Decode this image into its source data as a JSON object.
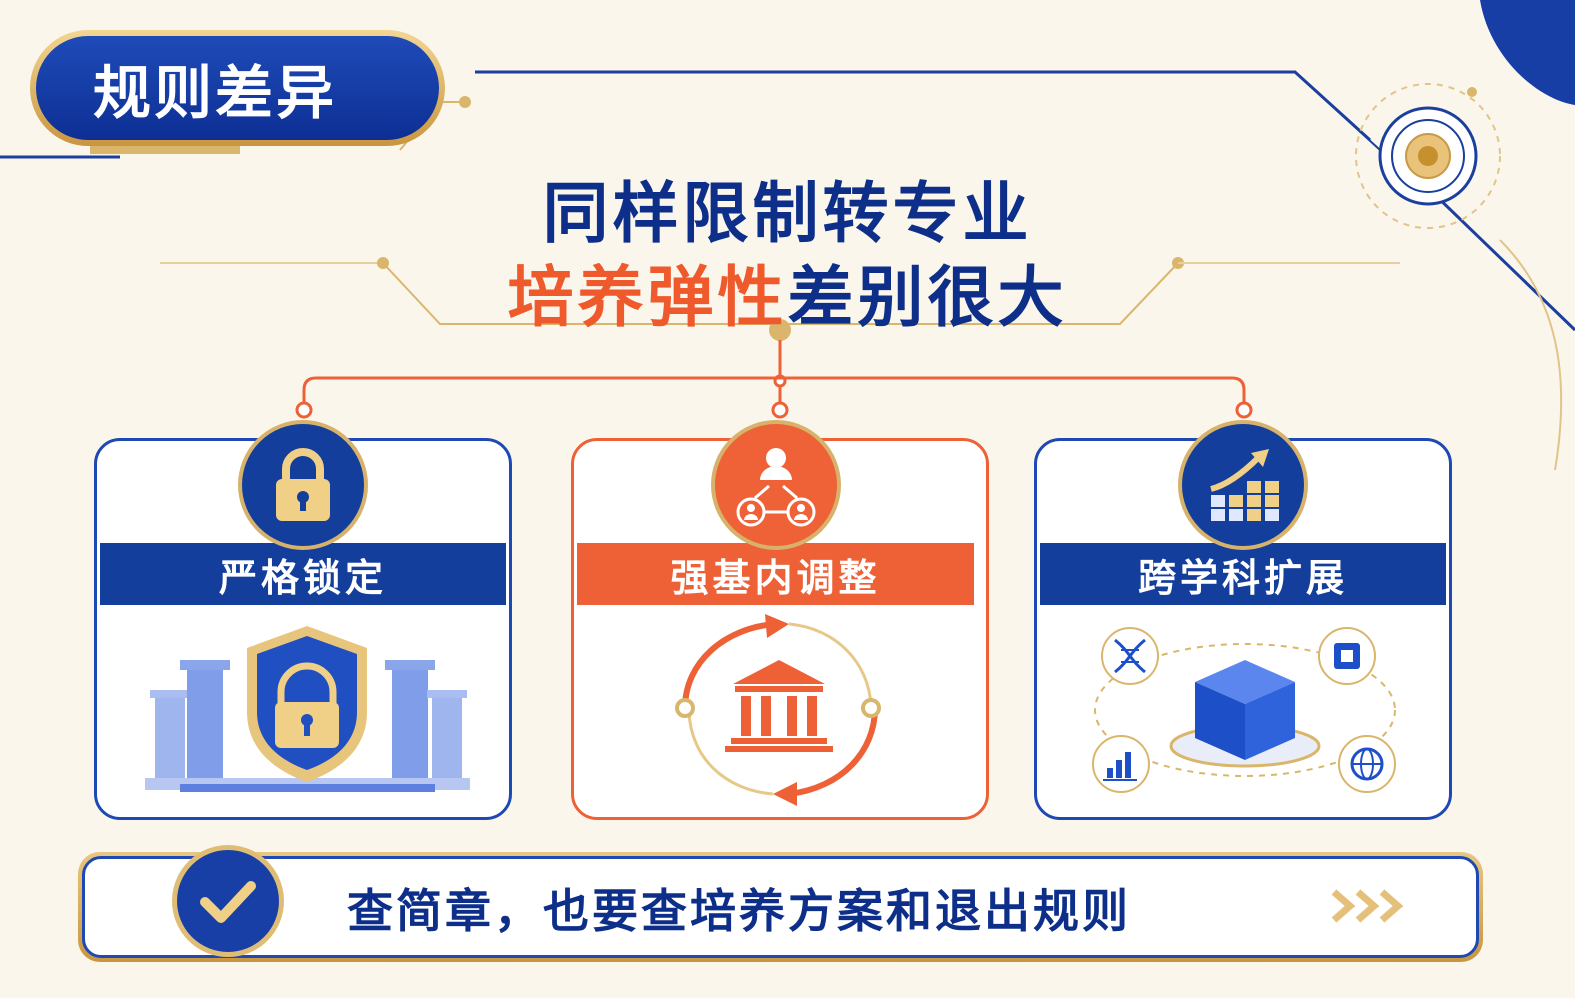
{
  "badge": {
    "label": "规则差异"
  },
  "headline": {
    "line1": "同样限制转专业",
    "line2_highlight": "培养弹性",
    "line2_rest": "差别很大"
  },
  "cards": [
    {
      "title": "严格锁定",
      "icon": "lock-icon",
      "illustration": "shield-lock-columns-icon",
      "accent": "#133e9c"
    },
    {
      "title": "强基内调整",
      "icon": "people-network-icon",
      "illustration": "bank-cycle-icon",
      "accent": "#ee6137"
    },
    {
      "title": "跨学科扩展",
      "icon": "growth-chart-icon",
      "illustration": "cube-network-icon",
      "accent": "#133e9c"
    }
  ],
  "banner": {
    "text": "查简章，也要查培养方案和退出规则",
    "icon": "check-icon",
    "arrows_icon": "chevron-right-icon"
  },
  "colors": {
    "navy": "#0d2f8a",
    "blue": "#1e49b4",
    "orange": "#ee6137",
    "gold": "#d7b26a",
    "background": "#fbf6ec"
  }
}
